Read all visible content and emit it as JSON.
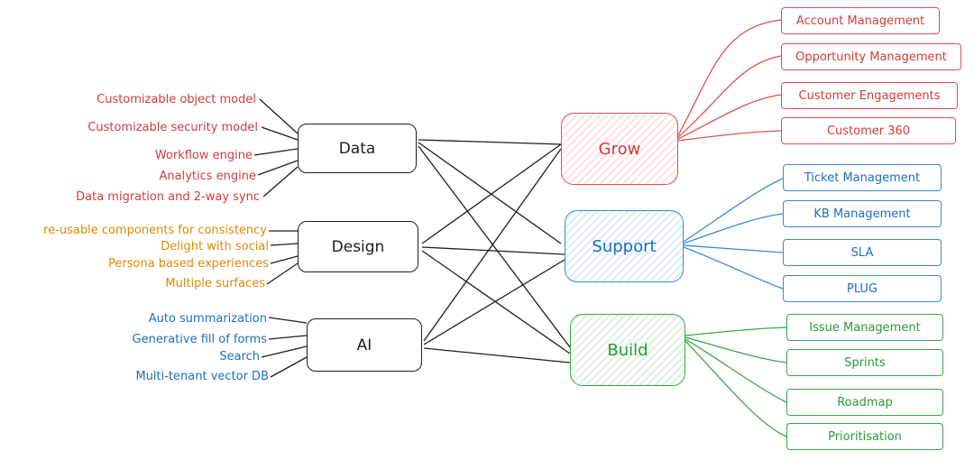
{
  "sources": {
    "data": {
      "label": "Data",
      "features": [
        "Customizable object model",
        "Customizable security model",
        "Workflow engine",
        "Analytics engine",
        "Data migration and 2-way sync"
      ]
    },
    "design": {
      "label": "Design",
      "features": [
        "re-usable components for consistency",
        "Delight with social",
        "Persona based experiences",
        "Multiple surfaces"
      ]
    },
    "ai": {
      "label": "AI",
      "features": [
        "Auto summarization",
        "Generative fill of forms",
        "Search",
        "Multi-tenant vector DB"
      ]
    }
  },
  "hubs": {
    "grow": {
      "label": "Grow",
      "color": "#d63a3a",
      "items": [
        "Account Management",
        "Opportunity Management",
        "Customer Engagements",
        "Customer 360"
      ]
    },
    "support": {
      "label": "Support",
      "color": "#1a6fc0",
      "items": [
        "Ticket Management",
        "KB Management",
        "SLA",
        "PLUG"
      ]
    },
    "build": {
      "label": "Build",
      "color": "#2a9a3a",
      "items": [
        "Issue Management",
        "Sprints",
        "Roadmap",
        "Prioritisation"
      ]
    }
  },
  "feature_colors": {
    "data": "#d63a3a",
    "design": "#e08a00",
    "ai": "#1a6fc0"
  }
}
